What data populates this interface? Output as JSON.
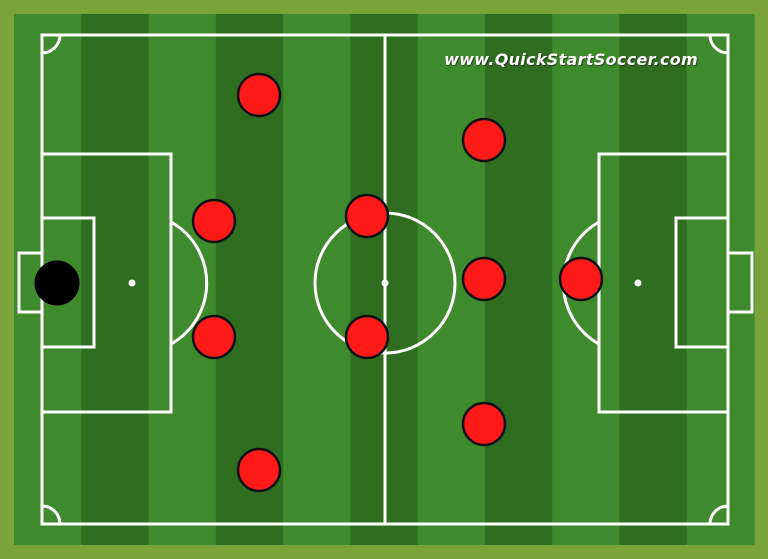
{
  "watermark": {
    "text": "www.QuickStartSoccer.com"
  },
  "colors": {
    "border": "#7aa33a",
    "stripe_light": "#3f8a2c",
    "stripe_dark": "#2f6e20",
    "lines": "#ffffff",
    "player": "#ff1a1a",
    "goalkeeper": "#000000"
  },
  "formation": {
    "goalkeeper_count": 1,
    "outfield_player_count": 10
  }
}
